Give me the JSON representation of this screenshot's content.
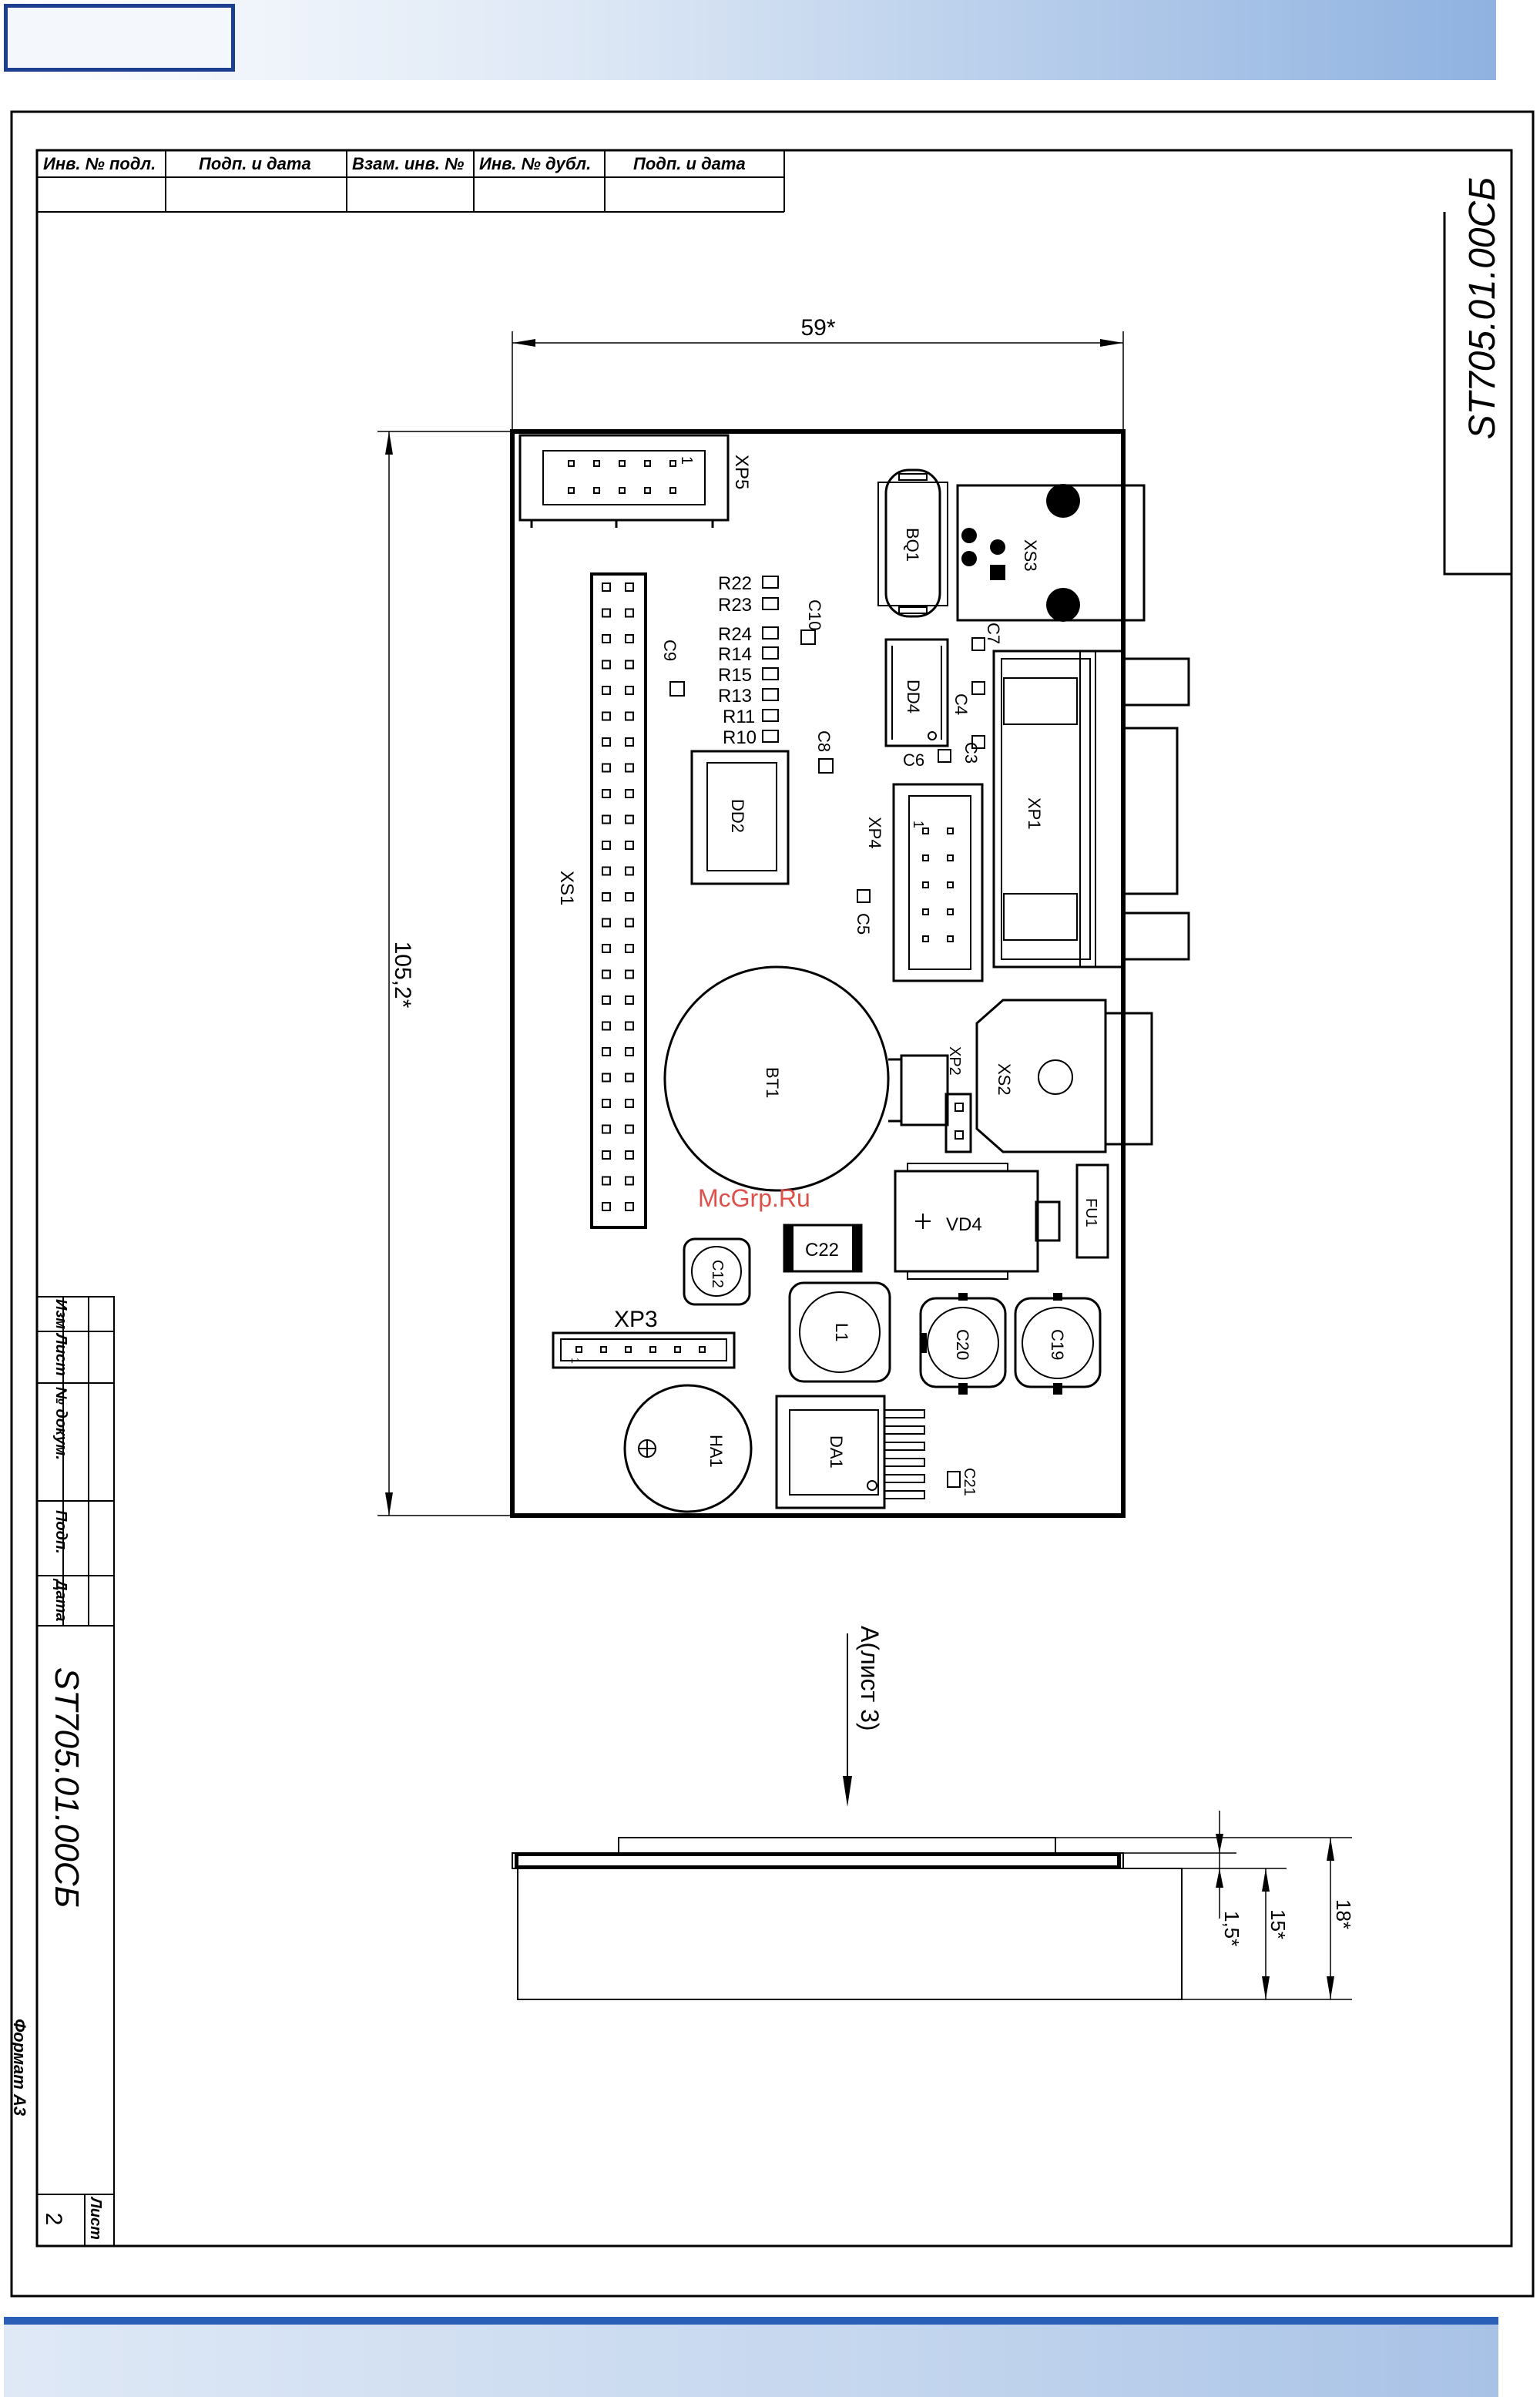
{
  "stamp": {
    "top_row_headers": [
      "Инв. № подл.",
      "Подп. и дата",
      "Взам. инв. №",
      "Инв. № дубл.",
      "Подп. и дата"
    ],
    "designation": "ST705.01.00СБ",
    "left_headers": [
      "Изм",
      "Лист",
      "№ докум.",
      "Подп.",
      "Дата"
    ],
    "sheet_label": "Лист",
    "sheet_number": "2",
    "format": "Формат А3"
  },
  "dimensions": {
    "width": "59*",
    "height": "105,2*",
    "side_total": "18*",
    "side_body": "15*",
    "side_board": "1,5*"
  },
  "view_label": "А(лист 3)",
  "watermark": "McGrp.Ru",
  "components": {
    "xp5": "XP5",
    "xp5_pin": "1",
    "bq1": "BQ1",
    "xs3": "XS3",
    "xs1": "XS1",
    "r22": "R22",
    "r23": "R23",
    "r24": "R24",
    "r14": "R14",
    "r15": "R15",
    "r13": "R13",
    "r11": "R11",
    "r10": "R10",
    "c10": "C10",
    "c9": "C9",
    "c8": "C8",
    "c7": "C7",
    "c4": "C4",
    "c3": "C3",
    "c6": "C6",
    "c5": "C5",
    "dd4": "DD4",
    "dd2": "DD2",
    "xp4": "XP4",
    "xp4_pin": "1",
    "xp1": "XP1",
    "bt1": "BT1",
    "xp2": "XP2",
    "xs2": "XS2",
    "vd4": "VD4",
    "fu1": "FU1",
    "c22": "C22",
    "c12": "C12",
    "l1": "L1",
    "c20": "C20",
    "c19": "C19",
    "xp3": "XP3",
    "xp3_pin": "1",
    "ha1": "HA1",
    "da1": "DA1",
    "c21": "C21"
  }
}
